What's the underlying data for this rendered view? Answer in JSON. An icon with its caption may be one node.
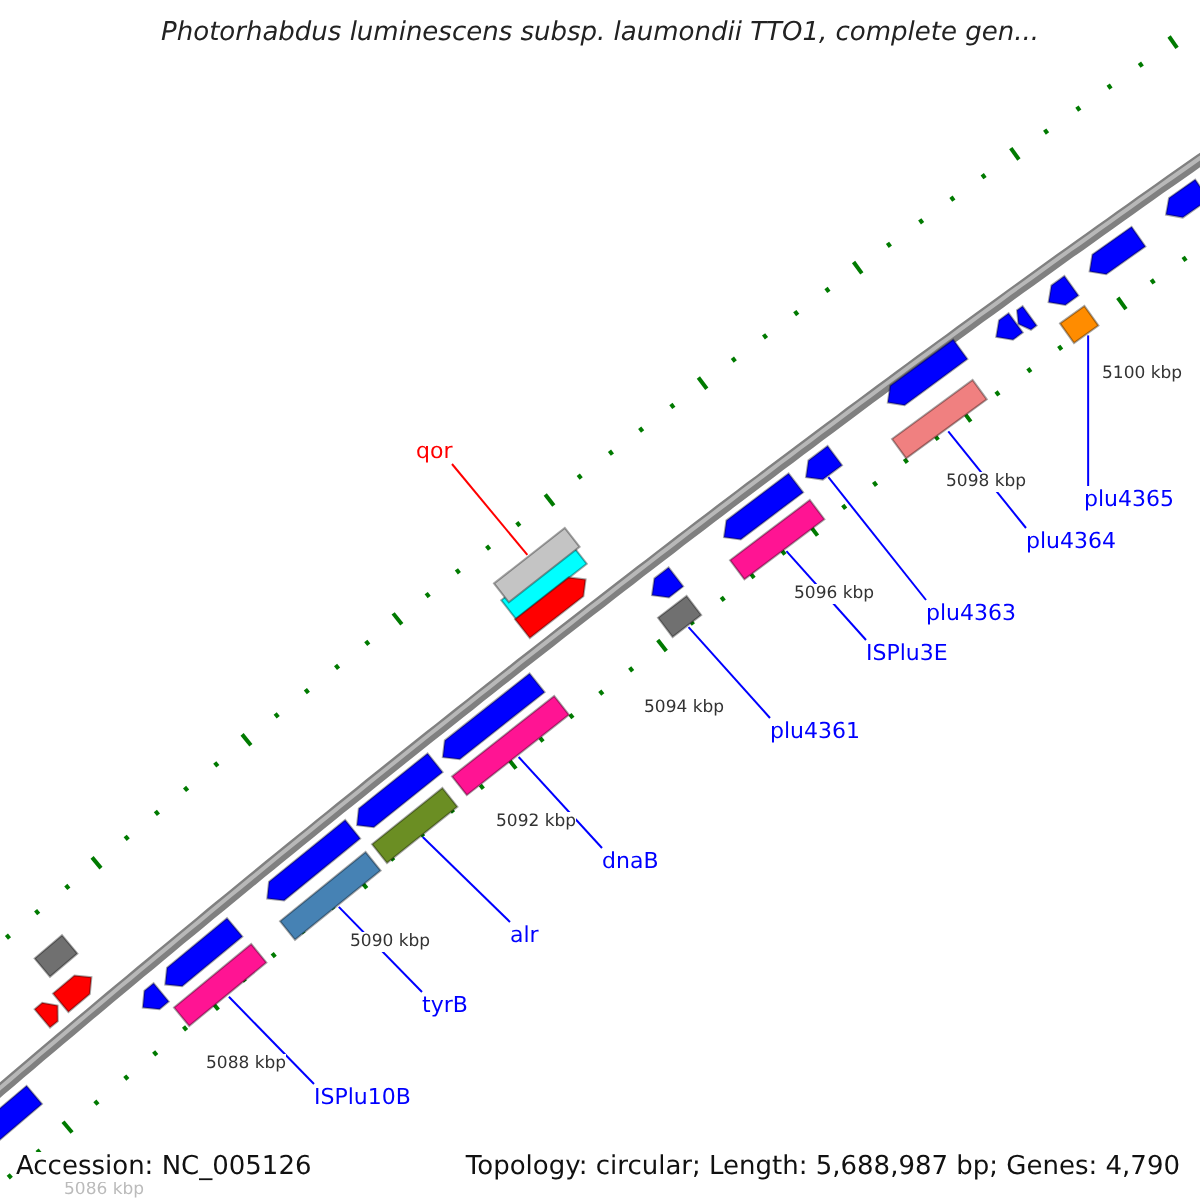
{
  "diagram": {
    "title": "Photorhabdus luminescens subsp. laumondii TTO1, complete gen...",
    "nodes": [
      {
        "text": [
          "qor"
        ]
      },
      {
        "text": [],
        "shape": "bar"
      },
      {
        "text": [
          "plu4365"
        ]
      },
      {
        "text": [],
        "shape": "bar"
      },
      {
        "text": [
          "plu4364"
        ]
      },
      {
        "text": [],
        "shape": "bar"
      },
      {
        "text": [
          "plu4363"
        ]
      },
      {
        "text": [],
        "shape": "bar"
      },
      {
        "text": [
          "ISPlu3E"
        ]
      },
      {
        "text": [],
        "shape": "bar"
      },
      {
        "text": [
          "plu4361"
        ]
      },
      {
        "text": [],
        "shape": "bar"
      },
      {
        "text": [
          "dnaB"
        ]
      },
      {
        "text": [],
        "shape": "bar"
      },
      {
        "text": [
          "alr"
        ]
      },
      {
        "text": [],
        "shape": "bar"
      },
      {
        "text": [
          "tyrB"
        ]
      },
      {
        "text": [],
        "shape": "bar"
      },
      {
        "text": [
          "ISPlu10B"
        ]
      },
      {
        "text": [],
        "shape": "bar"
      }
    ],
    "edges": [
      {
        "from": 0,
        "to": 1,
        "arrow": "none",
        "color": "#ff0000"
      },
      {
        "from": 2,
        "to": 3,
        "arrow": "none"
      },
      {
        "from": 4,
        "to": 5,
        "arrow": "none"
      },
      {
        "from": 6,
        "to": 7,
        "arrow": "none"
      },
      {
        "from": 8,
        "to": 9,
        "arrow": "none"
      },
      {
        "from": 10,
        "to": 11,
        "arrow": "none"
      },
      {
        "from": 12,
        "to": 13,
        "arrow": "none"
      },
      {
        "from": 14,
        "to": 15,
        "arrow": "none"
      },
      {
        "from": 16,
        "to": 17,
        "arrow": "none"
      },
      {
        "from": 18,
        "to": 19,
        "arrow": "none"
      }
    ],
    "labels": [
      "5100 kbp",
      "5098 kbp",
      "5096 kbp",
      "5094 kbp",
      "5092 kbp",
      "5090 kbp",
      "5088 kbp",
      "5086 kbp",
      "Accession: NC_005126",
      "Topology: circular; Length: 5,688,987 bp; Genes: 4,790"
    ]
  }
}
